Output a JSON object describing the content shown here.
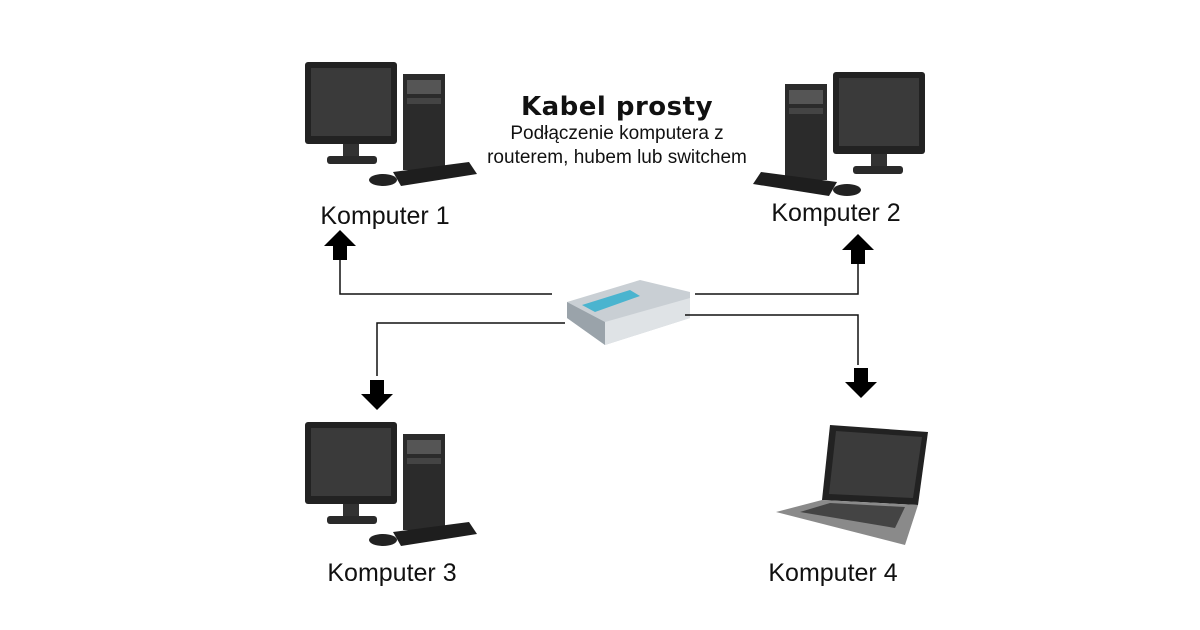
{
  "title": "Kabel prosty",
  "subtitle": "Podłączenie komputera z routerem, hubem lub switchem",
  "nodes": [
    {
      "label": "Komputer 1"
    },
    {
      "label": "Komputer 2"
    },
    {
      "label": "Komputer 3"
    },
    {
      "label": "Komputer 4"
    }
  ]
}
